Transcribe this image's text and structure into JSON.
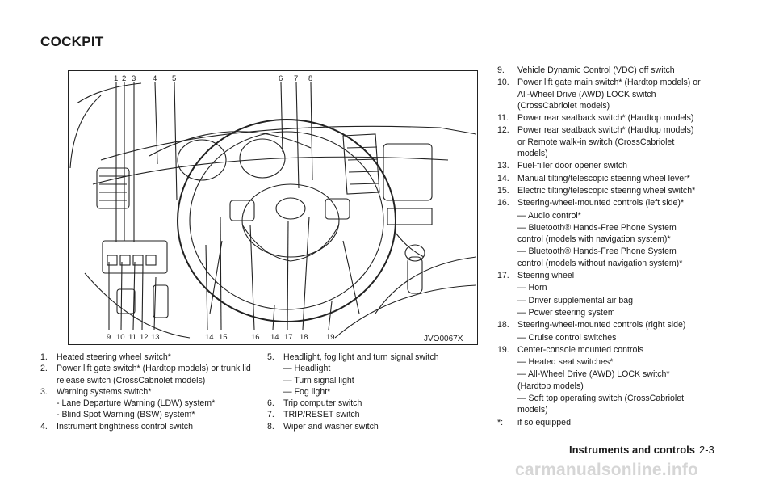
{
  "section_title": "COCKPIT",
  "figure": {
    "code": "JVO0067X",
    "top_numbers": [
      "1",
      "2",
      "3",
      "4",
      "5",
      "6",
      "7",
      "8"
    ],
    "bottom_numbers": [
      "9",
      "10",
      "11",
      "12",
      "13",
      "14",
      "15",
      "16",
      "14",
      "17",
      "18",
      "19"
    ]
  },
  "column1": [
    {
      "num": "1.",
      "text": "Heated steering wheel switch*"
    },
    {
      "num": "2.",
      "text": "Power lift gate switch* (Hardtop models) or trunk lid release switch (CrossCabriolet models)"
    },
    {
      "num": "3.",
      "text": "Warning systems switch*"
    },
    {
      "sub": "- Lane Departure Warning (LDW) system*"
    },
    {
      "sub": "- Blind Spot Warning (BSW) system*"
    },
    {
      "num": "4.",
      "text": "Instrument brightness control switch"
    }
  ],
  "column2": [
    {
      "num": "5.",
      "text": "Headlight, fog light and turn signal switch"
    },
    {
      "sub": "— Headlight"
    },
    {
      "sub": "— Turn signal light"
    },
    {
      "sub": "— Fog light*"
    },
    {
      "num": "6.",
      "text": "Trip computer switch"
    },
    {
      "num": "7.",
      "text": "TRIP/RESET switch"
    },
    {
      "num": "8.",
      "text": "Wiper and washer switch"
    }
  ],
  "column3": [
    {
      "num": "9.",
      "text": "Vehicle Dynamic Control (VDC) off switch"
    },
    {
      "num": "10.",
      "text": "Power lift gate main switch* (Hardtop models) or All-Wheel Drive (AWD) LOCK switch (CrossCabriolet models)"
    },
    {
      "num": "11.",
      "text": "Power rear seatback switch* (Hardtop models)"
    },
    {
      "num": "12.",
      "text": "Power rear seatback switch* (Hardtop models) or Remote walk-in switch (CrossCabriolet models)"
    },
    {
      "num": "13.",
      "text": "Fuel-filler door opener switch"
    },
    {
      "num": "14.",
      "text": "Manual tilting/telescopic steering wheel lever*"
    },
    {
      "num": "15.",
      "text": "Electric tilting/telescopic steering wheel switch*"
    },
    {
      "num": "16.",
      "text": "Steering-wheel-mounted controls (left side)*"
    },
    {
      "sub": "— Audio control*"
    },
    {
      "sub": "— Bluetooth® Hands-Free Phone System control (models with navigation system)*"
    },
    {
      "sub": "— Bluetooth® Hands-Free Phone System control (models without navigation system)*"
    },
    {
      "num": "17.",
      "text": "Steering wheel"
    },
    {
      "sub": "— Horn"
    },
    {
      "sub": "— Driver supplemental air bag"
    },
    {
      "sub": "— Power steering system"
    },
    {
      "num": "18.",
      "text": "Steering-wheel-mounted controls (right side)"
    },
    {
      "sub": "— Cruise control switches"
    },
    {
      "num": "19.",
      "text": "Center-console mounted controls"
    },
    {
      "sub": "— Heated seat switches*"
    },
    {
      "sub": "— All-Wheel Drive (AWD) LOCK switch* (Hardtop models)"
    },
    {
      "sub": "— Soft top operating switch (CrossCabriolet models)"
    },
    {
      "num": "*:",
      "text": "if so equipped"
    }
  ],
  "footer": {
    "section": "Instruments and controls",
    "page": "2-3"
  },
  "watermark": "carmanualsonline.info"
}
